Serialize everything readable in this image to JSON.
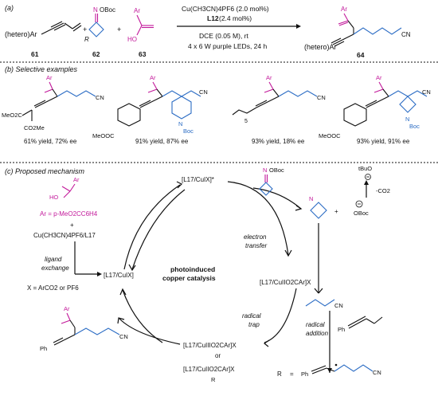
{
  "section_a": {
    "label": "(a)",
    "reactant1": "(hetero)Ar",
    "reactant1_num": "61",
    "plus1": "+",
    "reactant2_ring_label": "R",
    "reactant2_oxime": "N",
    "reactant2_obz": "OBoc",
    "reactant2_num": "62",
    "plus2": "+",
    "reactant3_ar": "Ar",
    "reactant3_ho": "HO",
    "reactant3_num": "63",
    "cond1": "Cu(CH3CN)4PF6 (2.0 mol%)",
    "cond2_l": "L12",
    "cond2_r": " (2.4 mol%)",
    "cond3": "DCE (0.05 M), rt",
    "cond4": "4 x 6 W purple LEDs, 24 h",
    "product_ar": "(hetero)Ar",
    "product_cn": "CN",
    "product_arco": "Ar",
    "product_num": "64"
  },
  "section_b": {
    "label": "(b) Selective examples",
    "ex1_yield": "61% yield, 72% ee",
    "ex1_top": "MeO2C",
    "ex1_bottom": "CO2Me",
    "ex2_yield": "91% yield, 87% ee",
    "ex2_left": "MeOOC",
    "ex2_boc": "Boc",
    "ex2_n": "N",
    "ex3_yield": "93% yield, 18% ee",
    "ex3_chain": "5",
    "ex4_yield": "93% yield, 91% ee",
    "ex4_left": "MeOOC",
    "ex4_n": "N",
    "ex4_boc": "Boc",
    "cn": "CN",
    "ar": "Ar"
  },
  "section_c": {
    "label": "(c) Proposed mechanism",
    "acid_ho": "HO",
    "acid_ar": "Ar",
    "ar_def": "Ar = p-MeO2CC6H4",
    "plus": "+",
    "cu_source": "Cu(CH3CN)4PF6/L17",
    "ligand_exchange_1": "ligand",
    "ligand_exchange_2": "exchange",
    "x_def": "X = ArCO2  or PF6",
    "cu_x": "[L17/CuIX]",
    "cu_x_star": "[L17/CuIX]*",
    "electron_transfer_1": "electron",
    "electron_transfer_2": "transfer",
    "center_1": "photoinduced",
    "center_2": "copper catalysis",
    "oxime_n": "N",
    "oxime_obz": "OBoc",
    "radical_plus": "+",
    "obz_anion": "OBoc",
    "tbuo": "tBuO",
    "minus_co2": "-CO2",
    "cu2_species": "[L17/CuIIO2CAr]X",
    "radical_cn": "CN",
    "radical_trap_1": "radical",
    "radical_trap_2": "trap",
    "radical_addition_1": "radical",
    "radical_addition_2": "addition",
    "enyne_ph": "Ph",
    "cu3_line1": "[L17/CuIIIO2CAr]X",
    "cu3_or": "or",
    "cu3_line2": "[L17/CuIIO2CAr]X",
    "cu3_r": "R",
    "product_ph": "Ph",
    "product_cn": "CN",
    "product_ar": "Ar",
    "r_radical_label": "R",
    "r_eq": "=",
    "r_ph": "Ph",
    "r_cn": "CN"
  }
}
